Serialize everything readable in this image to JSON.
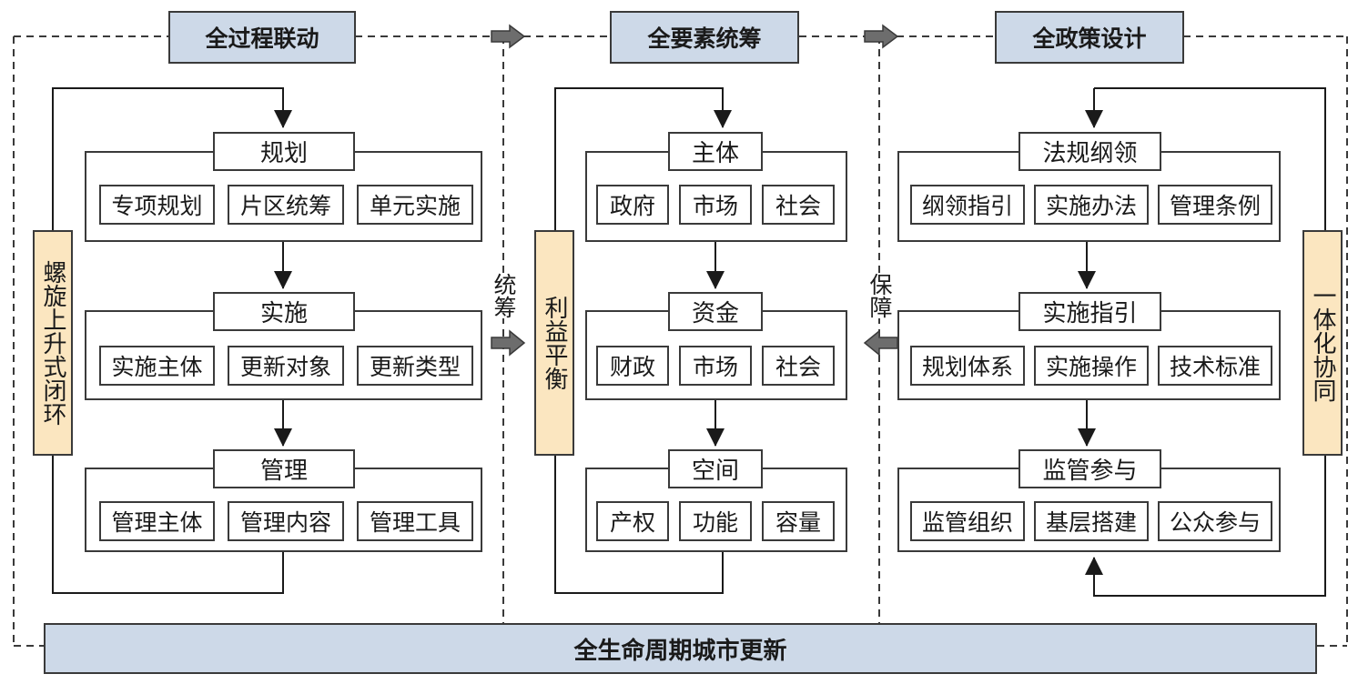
{
  "headers": {
    "process": "全过程联动",
    "elements": "全要素统筹",
    "policy": "全政策设计"
  },
  "bottom_bar": "全生命周期城市更新",
  "connector_labels": {
    "coordinate": "统筹",
    "guarantee": "保障"
  },
  "columns": {
    "left": {
      "side_label": "螺旋上升式闭环",
      "groups": [
        {
          "title": "规划",
          "items": [
            "专项规划",
            "片区统筹",
            "单元实施"
          ]
        },
        {
          "title": "实施",
          "items": [
            "实施主体",
            "更新对象",
            "更新类型"
          ]
        },
        {
          "title": "管理",
          "items": [
            "管理主体",
            "管理内容",
            "管理工具"
          ]
        }
      ]
    },
    "middle": {
      "side_label": "利益平衡",
      "groups": [
        {
          "title": "主体",
          "items": [
            "政府",
            "市场",
            "社会"
          ]
        },
        {
          "title": "资金",
          "items": [
            "财政",
            "市场",
            "社会"
          ]
        },
        {
          "title": "空间",
          "items": [
            "产权",
            "功能",
            "容量"
          ]
        }
      ]
    },
    "right": {
      "side_label": "一体化协同",
      "groups": [
        {
          "title": "法规纲领",
          "items": [
            "纲领指引",
            "实施办法",
            "管理条例"
          ]
        },
        {
          "title": "实施指引",
          "items": [
            "规划体系",
            "实施操作",
            "技术标准"
          ]
        },
        {
          "title": "监管参与",
          "items": [
            "监管组织",
            "基层搭建",
            "公众参与"
          ]
        }
      ]
    }
  }
}
